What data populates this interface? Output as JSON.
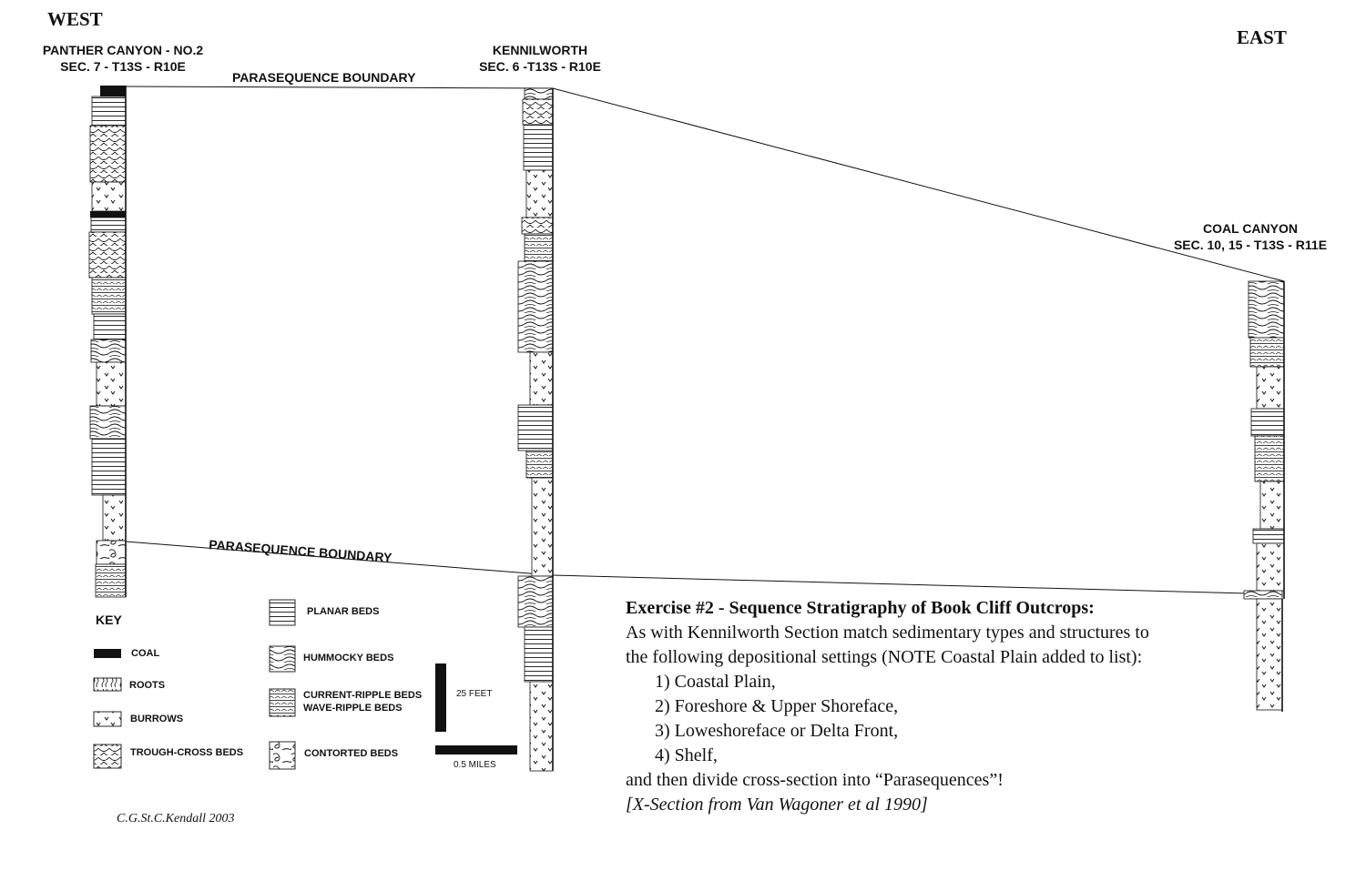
{
  "header": {
    "west": "WEST",
    "east": "EAST"
  },
  "sections": {
    "panther": {
      "name": "PANTHER CANYON - NO.2",
      "loc": "SEC. 7 - T13S - R10E"
    },
    "kennilworth": {
      "name": "KENNILWORTH",
      "loc": "SEC. 6 -T13S - R10E"
    },
    "coal": {
      "name": "COAL CANYON",
      "loc": "SEC. 10, 15 - T13S - R11E"
    }
  },
  "boundaries": {
    "upper": "PARASEQUENCE BOUNDARY",
    "lower": "PARASEQUENCE BOUNDARY"
  },
  "key": {
    "title": "KEY",
    "items": [
      {
        "label": "COAL",
        "icon": "coal-swatch-icon"
      },
      {
        "label": "ROOTS",
        "icon": "roots-swatch-icon"
      },
      {
        "label": "BURROWS",
        "icon": "burrows-swatch-icon"
      },
      {
        "label": "TROUGH-CROSS BEDS",
        "icon": "trough-cross-swatch-icon"
      },
      {
        "label": "PLANAR BEDS",
        "icon": "planar-swatch-icon"
      },
      {
        "label": "HUMMOCKY BEDS",
        "icon": "hummocky-swatch-icon"
      },
      {
        "label": "CURRENT-RIPPLE BEDS",
        "icon": "ripple-swatch-icon"
      },
      {
        "label": "WAVE-RIPPLE BEDS",
        "icon": "ripple-swatch-icon"
      },
      {
        "label": "CONTORTED BEDS",
        "icon": "contorted-swatch-icon"
      }
    ]
  },
  "scale": {
    "vertical": "25 FEET",
    "horizontal": "0.5 MILES"
  },
  "exercise": {
    "title": "Exercise #2 - Sequence Stratigraphy of Book Cliff Outcrops:",
    "line1": "As with Kennilworth Section match sedimentary types and structures to",
    "line2": "the following depositional settings (NOTE Coastal Plain added to list):",
    "items": [
      "1) Coastal Plain,",
      "2) Foreshore & Upper Shoreface,",
      "3) Loweshoreface or Delta Front,",
      "4) Shelf,"
    ],
    "closing": "and then divide cross-section into “Parasequences”!",
    "citation": "[X-Section from Van Wagoner et al 1990]"
  },
  "credit": "C.G.St.C.Kendall 2003",
  "colors": {
    "ink": "#111111",
    "paper": "#ffffff"
  }
}
